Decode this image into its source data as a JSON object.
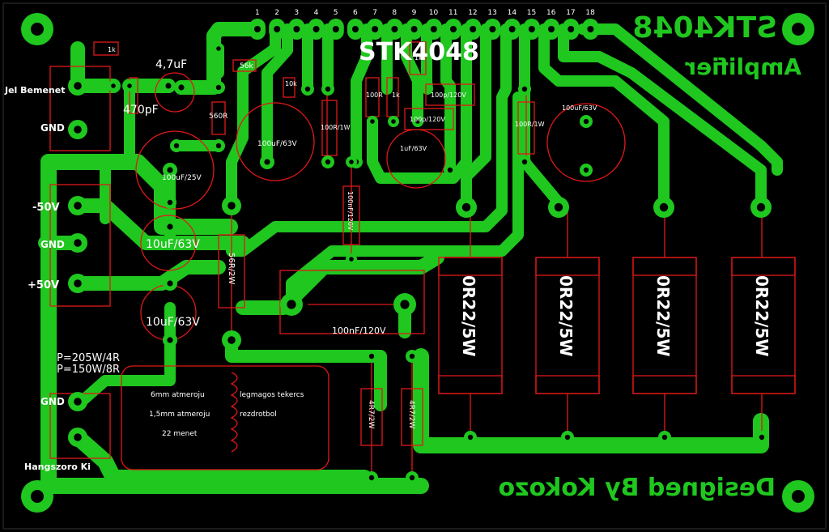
{
  "board": {
    "title": "STK4048",
    "title_mirrored": "STK4048",
    "subtitle_mirrored": "Amplifier",
    "credit_mirrored": "Designed By Kokozo",
    "colors": {
      "background": "#000000",
      "copper": "#1fc71f",
      "silk": "#ffffff",
      "outline": "#e01818"
    }
  },
  "connectors": {
    "input": "Jel Bemenet",
    "input_gnd": "GND",
    "neg_supply": "-50V",
    "supply_gnd": "GND",
    "pos_supply": "+50V",
    "output_gnd": "GND",
    "speaker_out": "Hangszoro Ki"
  },
  "power_rating": {
    "line1": "P=205W/4R",
    "line2": "P=150W/8R"
  },
  "pin_numbers": [
    "1",
    "2",
    "3",
    "4",
    "5",
    "6",
    "7",
    "8",
    "9",
    "10",
    "11",
    "12",
    "13",
    "14",
    "15",
    "16",
    "17",
    "18"
  ],
  "components": {
    "c_4u7": "4,7uF",
    "r_1k_top": "1k",
    "c_470p": "470pF",
    "r_56k": "56k",
    "r_10k": "10k",
    "r_560r": "560R",
    "c_100u25": "100uF/25V",
    "c_100u63_left": "100uF/63V",
    "r_100r1w_left": "100R/1W",
    "r_100r_center": "100R",
    "r_1k_center": "1k",
    "r_1k_small": "1k",
    "c_100p_a": "100p/120V",
    "c_100p_b": "100p/120V",
    "c_1u63": "1uF/63V",
    "r_100r1w_right": "100R/1W",
    "c_100u63_right": "100uF/63V",
    "c_100n_vert": "100nF/120V",
    "c_10u63_a": "10uF/63V",
    "c_10u63_b": "10uF/63V",
    "r_56r2w": "56R/2W",
    "c_100n120": "100nF/120V",
    "r_0r22_1": "0R22/5W",
    "r_0r22_2": "0R22/5W",
    "r_0r22_3": "0R22/5W",
    "r_0r22_4": "0R22/5W",
    "r_4r7_a": "4R7/2W",
    "r_4r7_b": "4R7/2W"
  },
  "coil_notes": {
    "diameter": "6mm atmeroju",
    "wire": "1,5mm atmeroju",
    "turns": "22 menet",
    "type": "legmagos tekercs",
    "material": "rezdrotbol"
  }
}
